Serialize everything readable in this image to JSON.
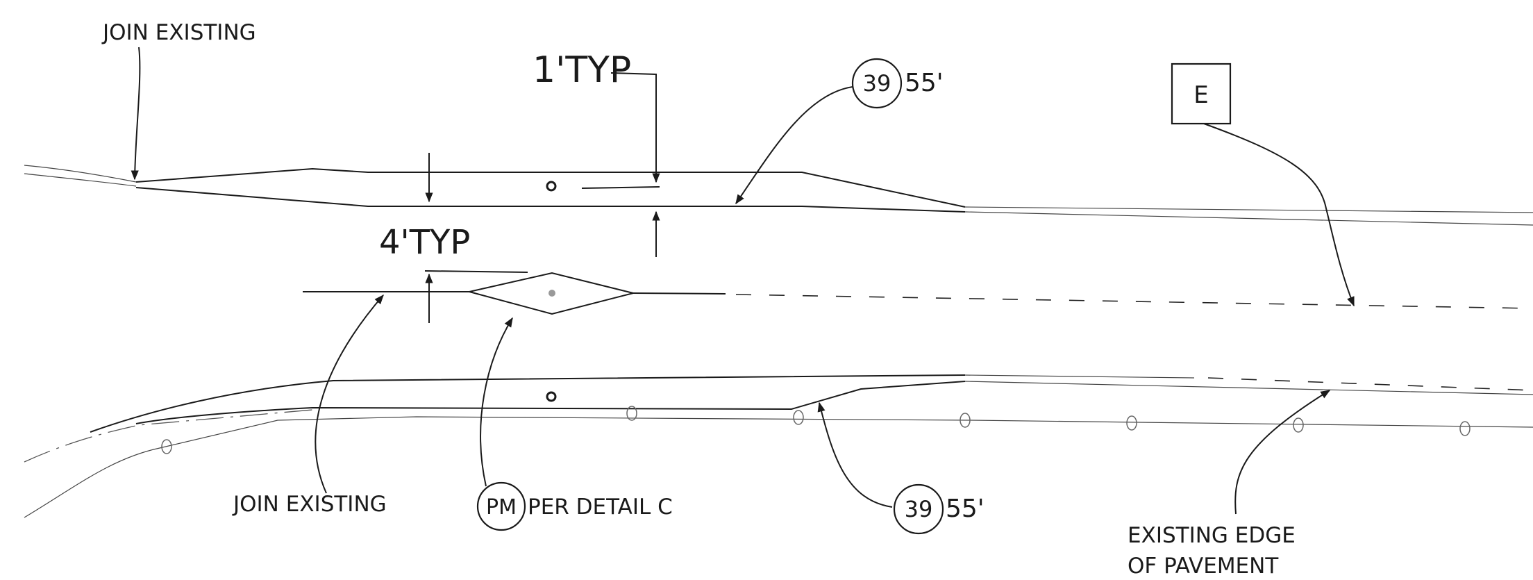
{
  "labels": {
    "join_existing_top": "JOIN EXISTING",
    "one_ft_typ": "1'TYP",
    "four_ft_typ": "4'TYP",
    "join_existing_bottom": "JOIN EXISTING",
    "per_detail_c": "PER DETAIL C",
    "existing_edge_line1": "EXISTING EDGE",
    "existing_edge_line2": "OF PAVEMENT",
    "length_top": "55'",
    "length_bottom": "55'"
  },
  "callouts": {
    "item_39_top": "39",
    "item_39_bottom": "39",
    "pm": "PM",
    "detail_e": "E"
  }
}
